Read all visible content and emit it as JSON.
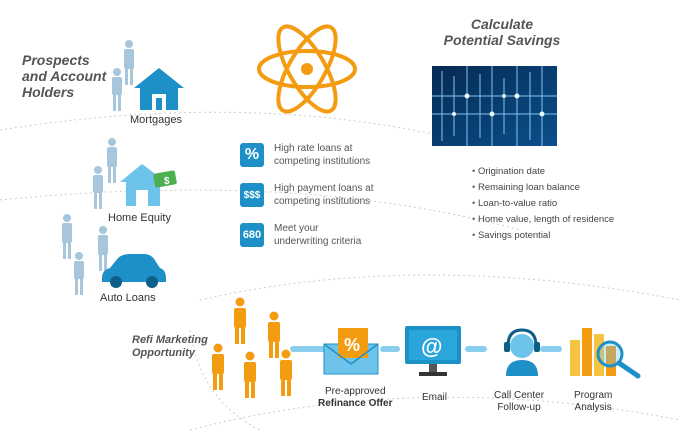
{
  "prospects": {
    "title_line1": "Prospects",
    "title_line2": "and Account",
    "title_line3": "Holders"
  },
  "segments": [
    {
      "label": "Mortgages",
      "icon": "house-icon"
    },
    {
      "label": "Home Equity",
      "icon": "house-money-icon"
    },
    {
      "label": "Auto Loans",
      "icon": "car-icon"
    }
  ],
  "criteria": [
    {
      "icon_text": "%",
      "line1": "High rate loans at",
      "line2": "competing institutions"
    },
    {
      "icon_text": "$$$",
      "line1": "High payment loans at",
      "line2": "competing institutions"
    },
    {
      "icon_text": "680",
      "line1": "Meet your",
      "line2": "underwriting criteria"
    }
  ],
  "savings": {
    "title_line1": "Calculate",
    "title_line2": "Potential Savings",
    "bullets": [
      "Origination date",
      "Remaining loan balance",
      "Loan-to-value ratio",
      "Home value, length of residence",
      "Savings potential"
    ]
  },
  "refi": {
    "title_line1": "Refi Marketing",
    "title_line2": "Opportunity"
  },
  "flow": [
    {
      "line1": "Pre-approved",
      "line2": "Refinance Offer",
      "icon": "envelope-percent-icon"
    },
    {
      "line1": "Email",
      "line2": "",
      "icon": "monitor-email-icon"
    },
    {
      "line1": "Call Center",
      "line2": "Follow-up",
      "icon": "headset-agent-icon"
    },
    {
      "line1": "Program",
      "line2": "Analysis",
      "icon": "chart-magnifier-icon"
    }
  ],
  "colors": {
    "blue": "#1e90c8",
    "light_blue": "#6ec3ea",
    "orange": "#f39c12",
    "dark_text": "#333333"
  }
}
